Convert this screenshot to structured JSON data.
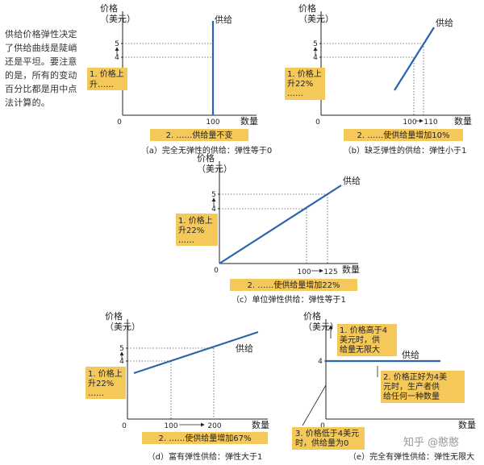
{
  "intro_text": "供给价格弹性决定了供给曲线是陡峭还是平坦。要注意的是，所有的变动百分比都是用中点法计算的。",
  "watermark": "知乎 @憨憨",
  "colors": {
    "line": "#2b63ad",
    "highlight": "#f5c85a",
    "axis": "#222222",
    "guide": "#555555"
  },
  "chart_data": [
    {
      "id": "a",
      "type": "line",
      "ylabel": "价格\n（美元）",
      "xlabel": "数量",
      "origin_label": "0",
      "y_ticks": [
        4,
        5
      ],
      "x_ticks": [
        "100"
      ],
      "curve_label": "供给",
      "curve": [
        [
          100,
          0
        ],
        [
          100,
          6.5
        ]
      ],
      "price_note": "1. 价格上\n升……",
      "qty_note": "2. ……供给量不变",
      "caption": "（a）完全无弹性的供给：弹性等于0"
    },
    {
      "id": "b",
      "type": "line",
      "ylabel": "价格\n（美元）",
      "xlabel": "数量",
      "origin_label": "0",
      "y_ticks": [
        4,
        5
      ],
      "x_ticks": [
        "100",
        "110"
      ],
      "curve_label": "供给",
      "curve": [
        [
          94,
          2.5
        ],
        [
          113,
          6.5
        ]
      ],
      "price_note": "1. 价格上\n升22%\n……",
      "qty_note": "2. ……使供给量增加10%",
      "caption": "（b）缺乏弹性的供给：弹性小于1"
    },
    {
      "id": "c",
      "type": "line",
      "ylabel": "价格\n（美元）",
      "xlabel": "数量",
      "origin_label": "0",
      "y_ticks": [
        4,
        5
      ],
      "x_ticks": [
        "100",
        "125"
      ],
      "curve_label": "供给",
      "curve": [
        [
          0,
          0
        ],
        [
          150,
          6
        ]
      ],
      "price_note": "1. 价格上\n升22%\n……",
      "qty_note": "2. ……使供给量增加22%",
      "caption": "（c）单位弹性供给：弹性等于1"
    },
    {
      "id": "d",
      "type": "line",
      "ylabel": "价格\n（美元）",
      "xlabel": "数量",
      "origin_label": "0",
      "y_ticks": [
        4,
        5
      ],
      "x_ticks": [
        "100",
        "200"
      ],
      "curve_label": "供给",
      "curve": [
        [
          0,
          3.4
        ],
        [
          300,
          5.6
        ]
      ],
      "price_note": "1. 价格上\n升22%\n……",
      "qty_note": "2. ……使供给量增加67%",
      "caption": "（d）富有弹性供给：弹性大于1"
    },
    {
      "id": "e",
      "type": "line",
      "ylabel": "价格\n（美元）",
      "xlabel": "数量",
      "origin_label": "0",
      "y_ticks": [
        4
      ],
      "x_ticks": [],
      "curve_label": "供给",
      "curve": [
        [
          0,
          4
        ],
        [
          10,
          4
        ]
      ],
      "note_above": "1. 价格高于4\n美元时，供\n给量无限大",
      "note_mid": "2. 价格正好为4美\n元时，生产者供\n给任何一种数量",
      "note_below": "3. 价格低于4美元\n时，供给量为0",
      "caption": "（e）完全有弹性供给：弹性无限大"
    }
  ]
}
